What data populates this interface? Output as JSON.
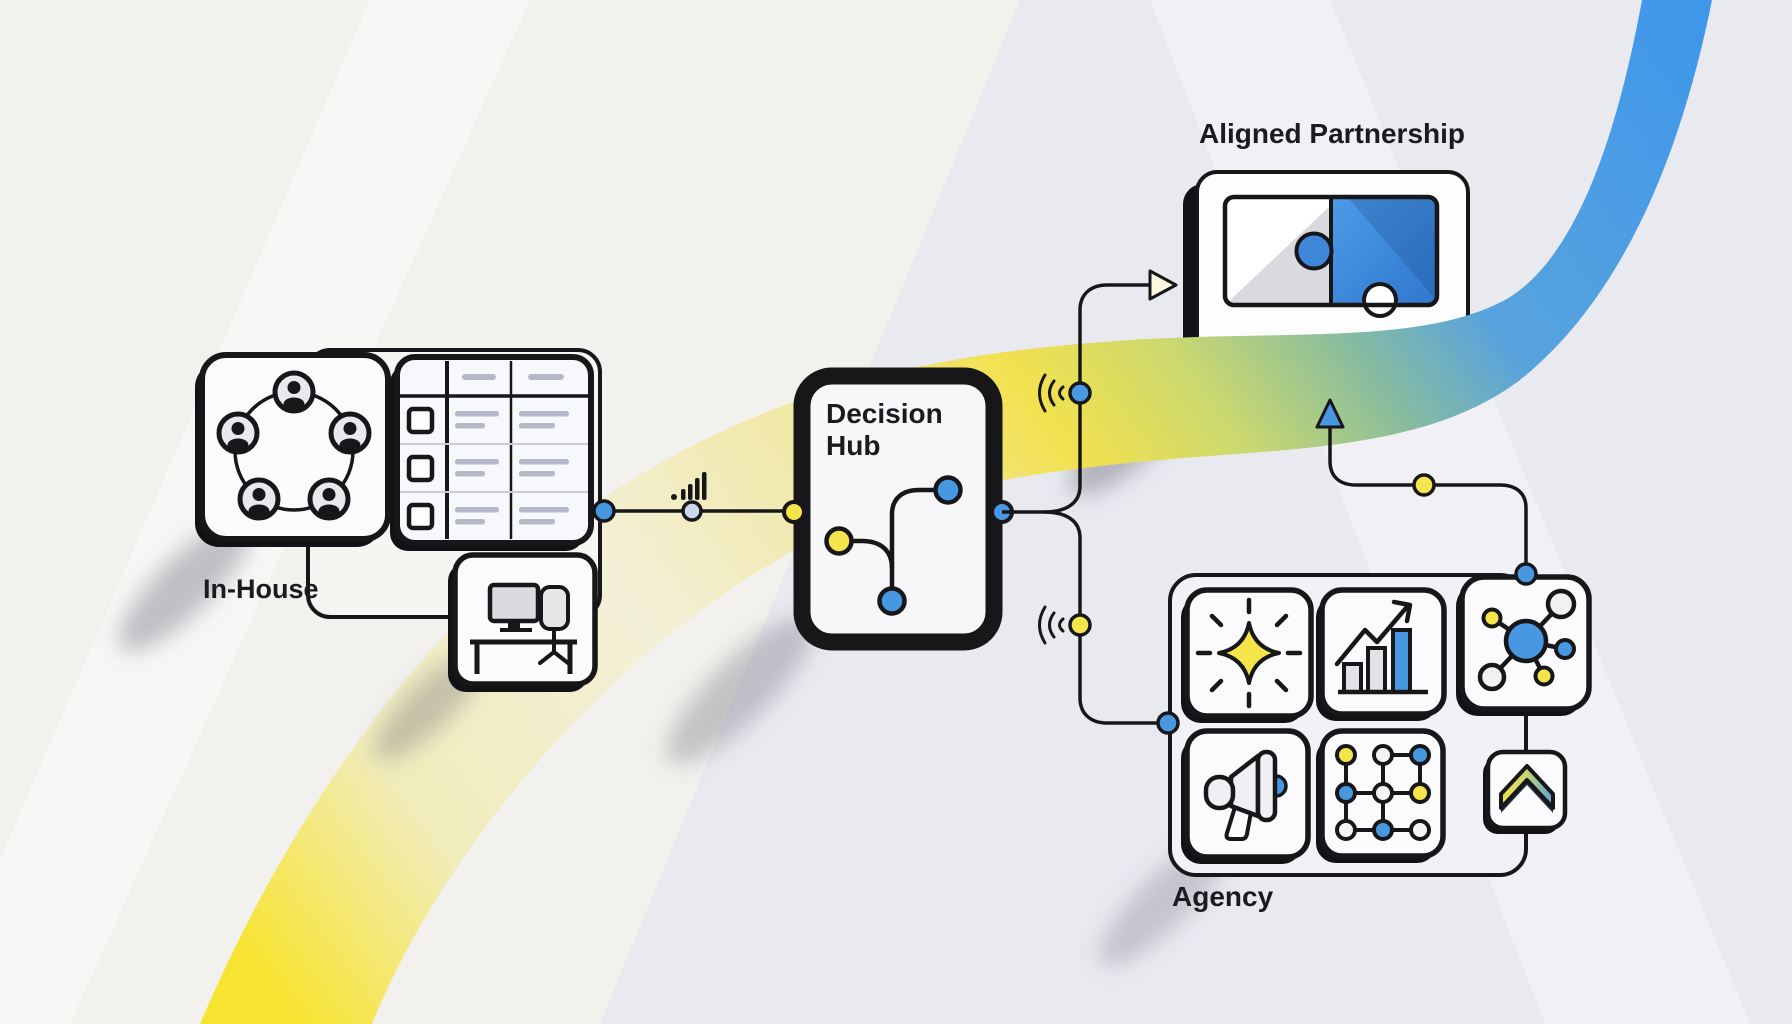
{
  "labels": {
    "in_house": "In-House",
    "decision_hub": "Decision\nHub",
    "aligned_partnership": "Aligned Partnership",
    "agency": "Agency"
  },
  "colors": {
    "ink": "#17171a",
    "accent_blue": "#4797e1",
    "accent_yellow": "#f5e44a",
    "ribbon_yellow": "#f7e431",
    "ribbon_blue": "#3f97ea",
    "puzzle_blue": "#3e87d9",
    "card_fill": "#fbfbfd"
  },
  "icons": [
    "people-network-icon",
    "checklist-table-icon",
    "workstation-desk-icon",
    "signal-bars-icon",
    "branch-nodes-icon",
    "wifi-signal-icon",
    "puzzle-pieces-icon",
    "sparkle-icon",
    "growth-chart-icon",
    "megaphone-icon",
    "node-grid-icon",
    "molecule-network-icon",
    "chevron-up-icon",
    "arrow-right-icon",
    "arrow-up-icon"
  ],
  "diagram": {
    "nodes": [
      "In-House",
      "Decision Hub",
      "Agency",
      "Aligned Partnership"
    ],
    "connections": [
      "In-House -> Decision Hub",
      "Decision Hub -> Aligned Partnership",
      "Decision Hub -> Agency",
      "Agency -> Aligned Partnership"
    ]
  }
}
